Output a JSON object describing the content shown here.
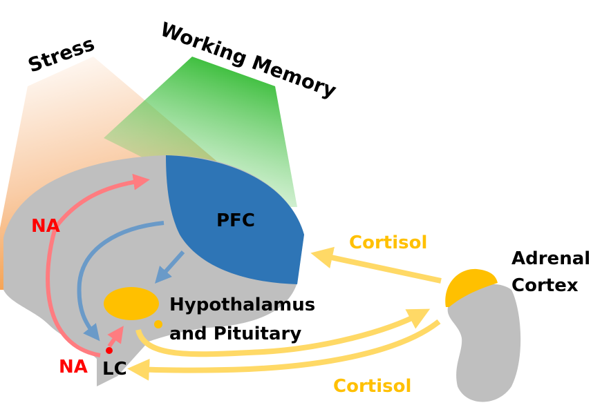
{
  "diagram": {
    "labels": {
      "stress": "Stress",
      "working_memory": "Working Memory",
      "pfc": "PFC",
      "na_top": "NA",
      "na_bottom": "NA",
      "lc": "LC",
      "hypothalamus_line1": "Hypothalamus",
      "hypothalamus_line2": "and Pituitary",
      "adrenal_line1": "Adrenal",
      "adrenal_line2": "Cortex",
      "cortisol_top": "Cortisol",
      "cortisol_bottom": "Cortisol"
    },
    "colors": {
      "brain": "#bfbfbf",
      "pfc": "#2e75b6",
      "hormone": "#ffc000",
      "hormone_arrow": "#ffd966",
      "na_arrow": "#ff7c80",
      "na_text": "#ff0000",
      "pfc_arrow": "#6a9ac8",
      "stress": "#f4a460",
      "working_memory": "#3cbf3c",
      "lc_dot": "#ff0000"
    }
  }
}
